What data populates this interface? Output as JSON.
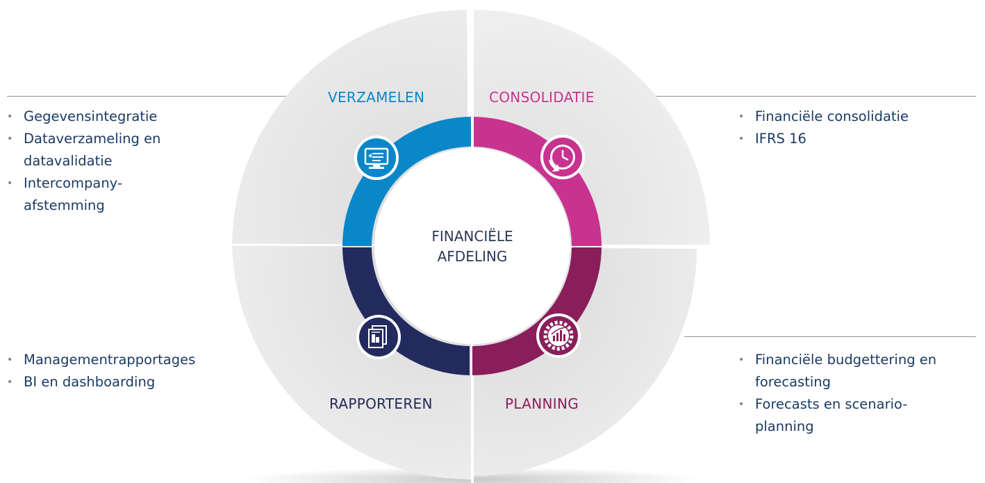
{
  "center": {
    "line1": "FINANCIËLE",
    "line2": "AFDELING"
  },
  "quadrants": [
    {
      "id": "verzamelen",
      "label": "VERZAMELEN",
      "color": "#0a87c9",
      "icon": "monitor-data-icon",
      "items": [
        "Gegevensintegratie",
        "Dataverzameling en datavalidatie",
        "Intercompany-afstemming"
      ]
    },
    {
      "id": "consolidatie",
      "label": "CONSOLIDATIE",
      "color": "#c8338f",
      "icon": "clock-icon",
      "items": [
        "Financiële consolidatie",
        "IFRS 16"
      ]
    },
    {
      "id": "planning",
      "label": "PLANNING",
      "color": "#8a1e5b",
      "icon": "gear-chart-icon",
      "items": [
        "Financiële budgettering en forecasting",
        "Forecasts en scenario-planning"
      ]
    },
    {
      "id": "rapporteren",
      "label": "RAPPORTEREN",
      "color": "#232a5e",
      "icon": "documents-icon",
      "items": [
        "Managementrapportages",
        "BI en dashboarding"
      ]
    }
  ]
}
